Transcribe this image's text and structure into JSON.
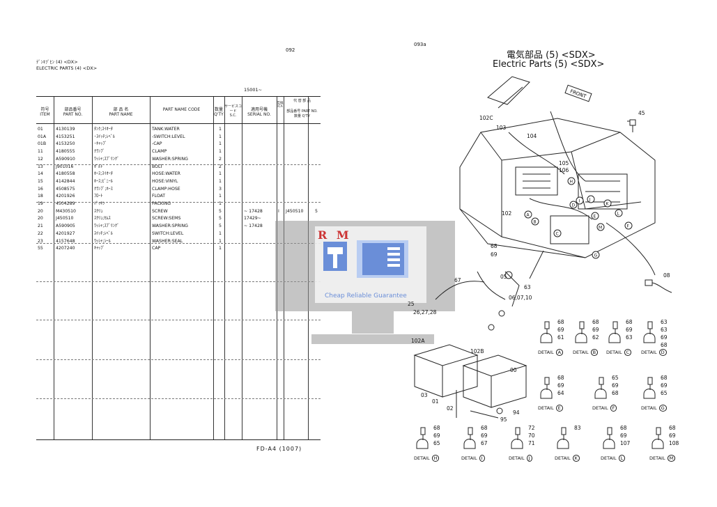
{
  "left_page": {
    "page_number": "092",
    "title_jp": "ﾃﾞﾝｷﾌﾞﾋﾝ (4) <DX>",
    "title_en": "ELECTRIC PARTS (4) <DX>",
    "serial_range": "15001~",
    "headers": {
      "item_jp": "符号",
      "item_en": "ITEM",
      "part_no_jp": "部品番号",
      "part_no_en": "PART NO.",
      "part_name_jp": "部 品 名",
      "part_name_en": "PART NAME",
      "code": "PART NAME CODE",
      "qty_jp": "数量",
      "qty_en": "Q'TY",
      "sc_jp": "サービスコード",
      "sc_en": "S.C.",
      "serial_jp": "適用号機",
      "serial_en": "SERIAL NO.",
      "ica": "互換 ICA",
      "alt_jp": "代 替 部 品",
      "alt_part_no": "部品番号 PART NO.",
      "alt_qty": "数量 Q'TY"
    },
    "rows": [
      {
        "item": "01",
        "part_no": "4130139",
        "name_jp": "ﾀﾝｸ;ｽｲｵｰﾀ",
        "name_en": "TANK:WATER",
        "qty": "1",
        "serial": "",
        "ica": "",
        "alt": "",
        "alt_qty": ""
      },
      {
        "item": "01A",
        "part_no": "4153251",
        "name_jp": "･ｽｲｯﾁ;ﾚﾍﾞﾙ",
        "name_en": "-SWITCH:LEVEL",
        "qty": "1",
        "serial": "",
        "ica": "",
        "alt": "",
        "alt_qty": ""
      },
      {
        "item": "01B",
        "part_no": "4153250",
        "name_jp": "･ｷｬｯﾌﾟ",
        "name_en": "-CAP",
        "qty": "1",
        "serial": "",
        "ica": "",
        "alt": "",
        "alt_qty": ""
      },
      {
        "item": "11",
        "part_no": "4180555",
        "name_jp": "ｸﾗﾝﾌﾟ",
        "name_en": "CLAMP",
        "qty": "1",
        "serial": "",
        "ica": "",
        "alt": "",
        "alt_qty": ""
      },
      {
        "item": "12",
        "part_no": "A590910",
        "name_jp": "ﾜｯｼｬ;ｽﾌﾟﾘﾝｸﾞ",
        "name_en": "WASHER:SPRING",
        "qty": "2",
        "serial": "",
        "ica": "",
        "alt": "",
        "alt_qty": ""
      },
      {
        "item": "13",
        "part_no": "J901016",
        "name_jp": "ﾎﾞﾙﾄ",
        "name_en": "BOLT",
        "qty": "2",
        "serial": "",
        "ica": "",
        "alt": "",
        "alt_qty": ""
      },
      {
        "item": "14",
        "part_no": "4180558",
        "name_jp": "ﾎｰｽ;ｽｲｵｰﾀ",
        "name_en": "HOSE:WATER",
        "qty": "1",
        "serial": "",
        "ica": "",
        "alt": "",
        "alt_qty": ""
      },
      {
        "item": "15",
        "part_no": "4142844",
        "name_jp": "ﾎｰｽ;ﾋﾞﾆｰﾙ",
        "name_en": "HOSE:VINYL",
        "qty": "1",
        "serial": "",
        "ica": "",
        "alt": "",
        "alt_qty": ""
      },
      {
        "item": "16",
        "part_no": "4508575",
        "name_jp": "ｸﾗﾝﾌﾟ;ﾎｰｽ",
        "name_en": "CLAMP:HOSE",
        "qty": "3",
        "serial": "",
        "ica": "",
        "alt": "",
        "alt_qty": ""
      },
      {
        "item": "18",
        "part_no": "4201926",
        "name_jp": "ﾌﾛｰﾄ",
        "name_en": "FLOAT",
        "qty": "1",
        "serial": "",
        "ica": "",
        "alt": "",
        "alt_qty": ""
      },
      {
        "item": "19",
        "part_no": "4504289",
        "name_jp": "ﾊﾟｯｷﾝ",
        "name_en": "PACKING",
        "qty": "1",
        "serial": "",
        "ica": "",
        "alt": "",
        "alt_qty": ""
      },
      {
        "item": "20",
        "part_no": "M430510",
        "name_jp": "ｽｸﾘｭ",
        "name_en": "SCREW",
        "qty": "5",
        "serial": "~ 17428",
        "ica": "I",
        "alt": "J450510",
        "alt_qty": "5"
      },
      {
        "item": "20",
        "part_no": "J450510",
        "name_jp": "ｽｸﾘｭ;ｾﾑｽ",
        "name_en": "SCREW:SEMS",
        "qty": "5",
        "serial": "17429~",
        "ica": "",
        "alt": "",
        "alt_qty": ""
      },
      {
        "item": "21",
        "part_no": "A590905",
        "name_jp": "ﾜｯｼｬ;ｽﾌﾟﾘﾝｸﾞ",
        "name_en": "WASHER:SPRING",
        "qty": "5",
        "serial": "~ 17428",
        "ica": "",
        "alt": "",
        "alt_qty": ""
      },
      {
        "item": "22",
        "part_no": "4201927",
        "name_jp": "ｽｲｯﾁ;ﾚﾍﾞﾙ",
        "name_en": "SWITCH:LEVEL",
        "qty": "1",
        "serial": "",
        "ica": "",
        "alt": "",
        "alt_qty": ""
      },
      {
        "item": "23",
        "part_no": "4157648",
        "name_jp": "ﾜｯｼｬ;ｼｰﾙ",
        "name_en": "WASHER:SEAL",
        "qty": "1",
        "serial": "",
        "ica": "",
        "alt": "",
        "alt_qty": ""
      },
      {
        "item": "55",
        "part_no": "4207240",
        "name_jp": "ｷｬｯﾌﾟ",
        "name_en": "CAP",
        "qty": "1",
        "serial": "",
        "ica": "",
        "alt": "",
        "alt_qty": ""
      }
    ],
    "footer_code": "FD-A4 (1007)"
  },
  "right_page": {
    "page_number": "093a",
    "title_jp": "電気部品 (5) <SDX>",
    "title_en": "Electric Parts (5) <SDX>",
    "front_label": "FRONT",
    "callouts": [
      "45",
      "102C",
      "103",
      "104",
      "105",
      "106",
      "102",
      "08",
      "68",
      "69",
      "05",
      "63",
      "67",
      "25",
      "26,27,28",
      "06,07,10",
      "102A",
      "102B",
      "00",
      "03",
      "01",
      "02",
      "94",
      "95",
      "71",
      "72",
      "70",
      "83"
    ],
    "machine_circle_letters": [
      "A",
      "B",
      "C",
      "D",
      "E",
      "F",
      "G",
      "H",
      "I",
      "J",
      "K",
      "L",
      "M"
    ],
    "details": [
      {
        "label": "DETAIL",
        "letter": "A",
        "nums": [
          "68",
          "69",
          "61"
        ]
      },
      {
        "label": "DETAIL",
        "letter": "B",
        "nums": [
          "68",
          "69",
          "62"
        ]
      },
      {
        "label": "DETAIL",
        "letter": "C",
        "nums": [
          "68",
          "69",
          "63"
        ]
      },
      {
        "label": "DETAIL",
        "letter": "D",
        "nums": [
          "63",
          "63",
          "69",
          "68"
        ]
      },
      {
        "label": "DETAIL",
        "letter": "E",
        "nums": [
          "68",
          "69",
          "64"
        ]
      },
      {
        "label": "DETAIL",
        "letter": "F",
        "nums": [
          "65",
          "69",
          "68"
        ]
      },
      {
        "label": "DETAIL",
        "letter": "G",
        "nums": [
          "68",
          "69",
          "65"
        ]
      },
      {
        "label": "DETAIL",
        "letter": "H",
        "nums": [
          "68",
          "69",
          "65"
        ]
      },
      {
        "label": "DETAIL",
        "letter": "I",
        "nums": [
          "68",
          "69",
          "67"
        ]
      },
      {
        "label": "DETAIL",
        "letter": "J",
        "nums": [
          "72",
          "70",
          "71"
        ]
      },
      {
        "label": "DETAIL",
        "letter": "K",
        "nums": [
          "83"
        ]
      },
      {
        "label": "DETAIL",
        "letter": "L",
        "nums": [
          "68",
          "69",
          "107"
        ]
      },
      {
        "label": "DETAIL",
        "letter": "M",
        "nums": [
          "68",
          "69",
          "108"
        ]
      }
    ]
  },
  "watermark": {
    "logo_text": "R M",
    "slogan": "Cheap Reliable Guarantee",
    "colors": {
      "red": "#c33333",
      "blue": "#6a8ed8",
      "gray": "#969696"
    }
  }
}
